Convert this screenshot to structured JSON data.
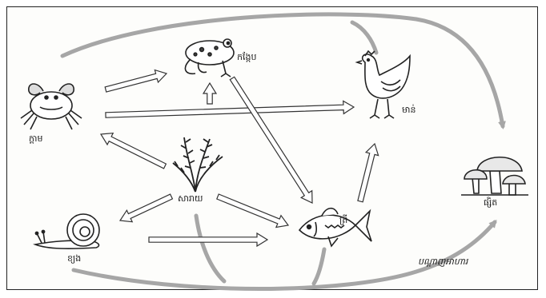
{
  "diagram": {
    "nodes": [
      {
        "id": "crab",
        "label": "ក្តាម",
        "icon": "crab-icon"
      },
      {
        "id": "frog",
        "label": "កង្កែប",
        "icon": "frog-icon"
      },
      {
        "id": "chicken",
        "label": "មាន់",
        "icon": "chicken-icon"
      },
      {
        "id": "plant",
        "label": "សារាយ",
        "icon": "aquatic-plant-icon"
      },
      {
        "id": "snail",
        "label": "ខ្យង",
        "icon": "snail-icon"
      },
      {
        "id": "fish",
        "label": "ត្រី",
        "icon": "fish-icon"
      },
      {
        "id": "mushroom",
        "label": "ផ្សិត",
        "icon": "mushroom-icon"
      }
    ],
    "cycle_label": "បណ្តាញអាហារ",
    "edges": [
      {
        "from": "plant",
        "to": "crab"
      },
      {
        "from": "plant",
        "to": "snail"
      },
      {
        "from": "plant",
        "to": "fish"
      },
      {
        "from": "crab",
        "to": "frog"
      },
      {
        "from": "crab",
        "to": "chicken"
      },
      {
        "from": "frog",
        "to": "fish"
      },
      {
        "from": "snail",
        "to": "fish"
      },
      {
        "from": "fish",
        "to": "chicken"
      }
    ],
    "colors": {
      "arrow_fill": "#ffffff",
      "arrow_stroke": "#333333",
      "cycle_arrow": "#a6a6a6"
    }
  }
}
